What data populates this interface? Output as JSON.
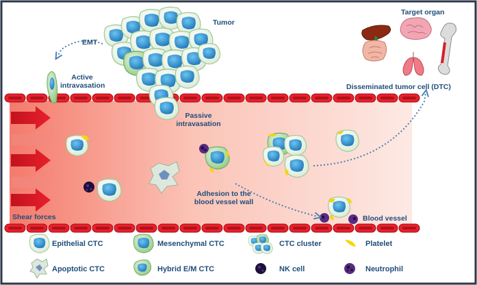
{
  "labels": {
    "tumor": "Tumor",
    "emt": "EMT",
    "active_intravasation": [
      "Active",
      "intravasation"
    ],
    "passive_intravasation": [
      "Passive",
      "intravasation"
    ],
    "target_organ": "Target organ",
    "dtc": "Disseminated tumor cell (DTC)",
    "shear_forces": "Shear forces",
    "adhesion": [
      "Adhesion to the",
      "blood vessel wall"
    ],
    "blood_vessel": "Blood vessel"
  },
  "legend": {
    "epithelial": "Epithelial CTC",
    "mesenchymal": "Mesenchymal CTC",
    "cluster": "CTC cluster",
    "platelet": "Platelet",
    "apoptotic": "Apoptotic CTC",
    "hybrid": "Hybrid E/M CTC",
    "nk": "NK cell",
    "neutrophil": "Neutrophil"
  },
  "colors": {
    "frame": "#2d3748",
    "vessel_red": "#e8202a",
    "vessel_dark": "#b0121c",
    "lumen": "#f9a394",
    "nucleus": "#3a9ad9",
    "epithelial_ring": "#cfe8c9",
    "mesenchymal_ring": "#a8d69b",
    "platelet": "#f5d60a",
    "nk": "#1b1038",
    "neutrophil": "#5a2a82",
    "text": "#1f4e79",
    "dotted": "#4a7fae"
  }
}
